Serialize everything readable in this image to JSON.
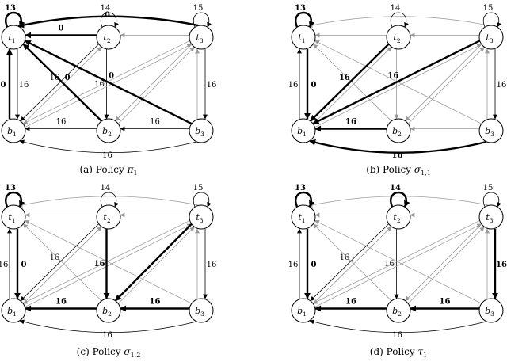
{
  "nodes": [
    {
      "id": "t1",
      "sym": "t",
      "sub": "1"
    },
    {
      "id": "t2",
      "sym": "t",
      "sub": "2"
    },
    {
      "id": "t3",
      "sym": "t",
      "sub": "3"
    },
    {
      "id": "b1",
      "sym": "b",
      "sub": "1"
    },
    {
      "id": "b2",
      "sym": "b",
      "sub": "2"
    },
    {
      "id": "b3",
      "sym": "b",
      "sub": "3"
    }
  ],
  "panels": [
    {
      "id": "a",
      "caption": {
        "prefix": "(a) Policy ",
        "symbol": "π",
        "subscript": "1"
      },
      "selfloops": [
        {
          "node": "t1",
          "label": "13",
          "bold": true
        },
        {
          "node": "t2",
          "label": "14",
          "bold": false
        },
        {
          "node": "t3",
          "label": "15",
          "bold": false
        }
      ],
      "edges": [
        {
          "from": "t3",
          "to": "t1",
          "route": "topArc",
          "label": "0",
          "bold": true
        },
        {
          "from": "t2",
          "to": "t1",
          "label": "0",
          "bold": true
        },
        {
          "from": "t3",
          "to": "t2",
          "label": "",
          "bold": false
        },
        {
          "from": "b1",
          "to": "t1",
          "route": "left",
          "label": "0",
          "bold": true
        },
        {
          "from": "t1",
          "to": "b1",
          "route": "right",
          "label": "16",
          "bold": false
        },
        {
          "from": "b2",
          "to": "t1",
          "label": "0",
          "bold": true
        },
        {
          "from": "b3",
          "to": "t1",
          "label": "0",
          "bold": true
        },
        {
          "from": "t2",
          "to": "b1",
          "label": "16",
          "bold": false
        },
        {
          "from": "b1",
          "to": "t2",
          "label": "",
          "bold": false
        },
        {
          "from": "t2",
          "to": "b2",
          "label": "16",
          "bold": false
        },
        {
          "from": "t3",
          "to": "b1",
          "label": "",
          "bold": false
        },
        {
          "from": "t3",
          "to": "b2",
          "label": "",
          "bold": false
        },
        {
          "from": "b1",
          "to": "t3",
          "label": "",
          "bold": false
        },
        {
          "from": "b2",
          "to": "t3",
          "label": "",
          "bold": false
        },
        {
          "from": "t3",
          "to": "b3",
          "route": "right",
          "label": "16",
          "bold": false
        },
        {
          "from": "b3",
          "to": "t3",
          "route": "left",
          "label": "",
          "bold": false
        },
        {
          "from": "b2",
          "to": "b1",
          "label": "16",
          "bold": false
        },
        {
          "from": "b3",
          "to": "b2",
          "label": "16",
          "bold": false
        },
        {
          "from": "b3",
          "to": "b1",
          "route": "bottomArc",
          "label": "16",
          "bold": false
        }
      ]
    },
    {
      "id": "b",
      "caption": {
        "prefix": "(b) Policy ",
        "symbol": "σ",
        "subscript": "1,1"
      },
      "selfloops": [
        {
          "node": "t1",
          "label": "13",
          "bold": true
        },
        {
          "node": "t2",
          "label": "14",
          "bold": false
        },
        {
          "node": "t3",
          "label": "15",
          "bold": false
        }
      ],
      "edges": [
        {
          "from": "t3",
          "to": "t1",
          "route": "topArc",
          "label": "",
          "bold": false
        },
        {
          "from": "t2",
          "to": "t1",
          "label": "",
          "bold": false
        },
        {
          "from": "t3",
          "to": "t2",
          "label": "",
          "bold": false
        },
        {
          "from": "b1",
          "to": "t1",
          "route": "left",
          "label": "16",
          "bold": false
        },
        {
          "from": "t1",
          "to": "b1",
          "route": "right",
          "label": "0",
          "bold": true
        },
        {
          "from": "t2",
          "to": "b1",
          "label": "16",
          "bold": true
        },
        {
          "from": "b1",
          "to": "t2",
          "label": "",
          "bold": false
        },
        {
          "from": "t2",
          "to": "b2",
          "label": "",
          "bold": false
        },
        {
          "from": "t3",
          "to": "b1",
          "label": "16",
          "bold": true
        },
        {
          "from": "t3",
          "to": "b2",
          "label": "",
          "bold": false
        },
        {
          "from": "b1",
          "to": "t3",
          "label": "",
          "bold": false
        },
        {
          "from": "b2",
          "to": "t3",
          "label": "",
          "bold": false
        },
        {
          "from": "b2",
          "to": "t1",
          "label": "",
          "bold": false
        },
        {
          "from": "b3",
          "to": "t1",
          "label": "",
          "bold": false
        },
        {
          "from": "t3",
          "to": "b3",
          "route": "right",
          "label": "16",
          "bold": false
        },
        {
          "from": "b3",
          "to": "t3",
          "route": "left",
          "label": "",
          "bold": false
        },
        {
          "from": "b2",
          "to": "b1",
          "label": "16",
          "bold": true
        },
        {
          "from": "b3",
          "to": "b2",
          "label": "",
          "bold": false
        },
        {
          "from": "b3",
          "to": "b1",
          "route": "bottomArc",
          "label": "16",
          "bold": true
        }
      ]
    },
    {
      "id": "c",
      "caption": {
        "prefix": "(c) Policy ",
        "symbol": "σ",
        "subscript": "1,2"
      },
      "selfloops": [
        {
          "node": "t1",
          "label": "13",
          "bold": true
        },
        {
          "node": "t2",
          "label": "14",
          "bold": false
        },
        {
          "node": "t3",
          "label": "15",
          "bold": false
        }
      ],
      "edges": [
        {
          "from": "t3",
          "to": "t1",
          "route": "topArc",
          "label": "",
          "bold": false
        },
        {
          "from": "t2",
          "to": "t1",
          "label": "",
          "bold": false
        },
        {
          "from": "t3",
          "to": "t2",
          "label": "",
          "bold": false
        },
        {
          "from": "b1",
          "to": "t1",
          "route": "left",
          "label": "16",
          "bold": false
        },
        {
          "from": "t1",
          "to": "b1",
          "route": "right",
          "label": "0",
          "bold": true
        },
        {
          "from": "t2",
          "to": "b1",
          "label": "16",
          "bold": false
        },
        {
          "from": "b1",
          "to": "t2",
          "label": "",
          "bold": false
        },
        {
          "from": "t2",
          "to": "b2",
          "label": "16",
          "bold": true
        },
        {
          "from": "t3",
          "to": "b1",
          "label": "",
          "bold": false
        },
        {
          "from": "t3",
          "to": "b2",
          "label": "",
          "bold": true
        },
        {
          "from": "b1",
          "to": "t3",
          "label": "",
          "bold": false
        },
        {
          "from": "b2",
          "to": "t3",
          "label": "",
          "bold": false
        },
        {
          "from": "b2",
          "to": "t1",
          "label": "",
          "bold": false
        },
        {
          "from": "b3",
          "to": "t1",
          "label": "",
          "bold": false
        },
        {
          "from": "t3",
          "to": "b3",
          "route": "right",
          "label": "16",
          "bold": false
        },
        {
          "from": "b3",
          "to": "t3",
          "route": "left",
          "label": "",
          "bold": false
        },
        {
          "from": "b2",
          "to": "b1",
          "label": "16",
          "bold": true
        },
        {
          "from": "b3",
          "to": "b2",
          "label": "16",
          "bold": true
        },
        {
          "from": "b3",
          "to": "b1",
          "route": "bottomArc",
          "label": "16",
          "bold": false
        }
      ]
    },
    {
      "id": "d",
      "caption": {
        "prefix": "(d) Policy ",
        "symbol": "τ",
        "subscript": "1"
      },
      "selfloops": [
        {
          "node": "t1",
          "label": "13",
          "bold": true
        },
        {
          "node": "t2",
          "label": "14",
          "bold": true
        },
        {
          "node": "t3",
          "label": "15",
          "bold": false
        }
      ],
      "edges": [
        {
          "from": "t3",
          "to": "t1",
          "route": "topArc",
          "label": "",
          "bold": false
        },
        {
          "from": "t2",
          "to": "t1",
          "label": "",
          "bold": false
        },
        {
          "from": "t3",
          "to": "t2",
          "label": "",
          "bold": false
        },
        {
          "from": "b1",
          "to": "t1",
          "route": "left",
          "label": "16",
          "bold": false
        },
        {
          "from": "t1",
          "to": "b1",
          "route": "right",
          "label": "0",
          "bold": true
        },
        {
          "from": "t2",
          "to": "b1",
          "label": "16",
          "bold": false
        },
        {
          "from": "b1",
          "to": "t2",
          "label": "",
          "bold": false
        },
        {
          "from": "t2",
          "to": "b2",
          "label": "16",
          "bold": false
        },
        {
          "from": "t3",
          "to": "b1",
          "label": "",
          "bold": false
        },
        {
          "from": "t3",
          "to": "b2",
          "label": "",
          "bold": false
        },
        {
          "from": "b1",
          "to": "t3",
          "label": "",
          "bold": false
        },
        {
          "from": "b2",
          "to": "t3",
          "label": "",
          "bold": false
        },
        {
          "from": "b2",
          "to": "t1",
          "label": "",
          "bold": false
        },
        {
          "from": "b3",
          "to": "t1",
          "label": "",
          "bold": false
        },
        {
          "from": "t3",
          "to": "b3",
          "route": "right",
          "label": "16",
          "bold": true
        },
        {
          "from": "b3",
          "to": "t3",
          "route": "left",
          "label": "",
          "bold": false
        },
        {
          "from": "b2",
          "to": "b1",
          "label": "16",
          "bold": true
        },
        {
          "from": "b3",
          "to": "b2",
          "label": "16",
          "bold": true
        },
        {
          "from": "b3",
          "to": "b1",
          "route": "bottomArc",
          "label": "16",
          "bold": false
        }
      ]
    }
  ]
}
